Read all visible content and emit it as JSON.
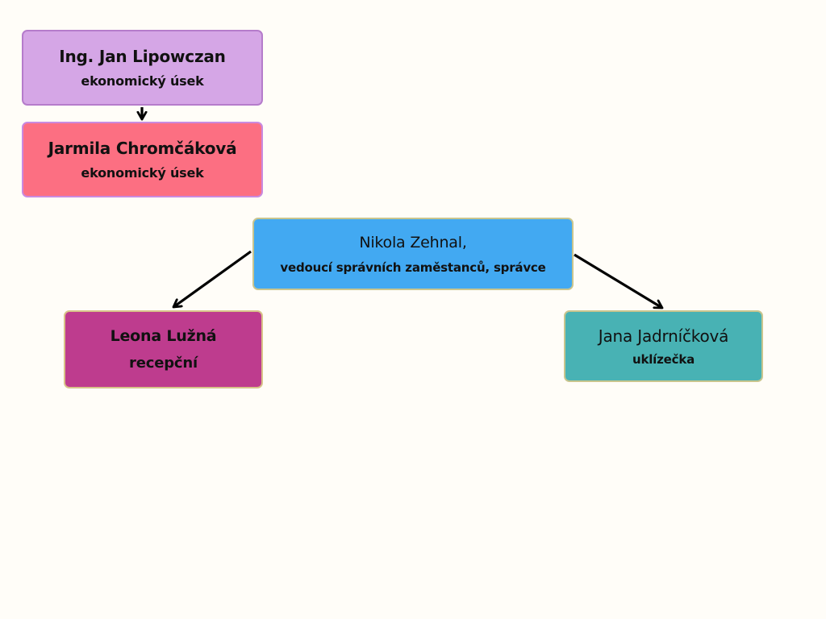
{
  "nodes": [
    {
      "id": "lipowczan",
      "name": "Ing. Jan Lipowczan",
      "role": "ekonomický úsek",
      "fill": "#d5a6e6",
      "stroke": "#b57ccb"
    },
    {
      "id": "chromcakova",
      "name": "Jarmila Chromčáková",
      "role": "ekonomický úsek",
      "fill": "#fc6f82",
      "stroke": "#c98ae0"
    },
    {
      "id": "zehnal",
      "name": "Nikola Zehnal,",
      "role": "vedoucí správních zaměstanců, správce",
      "fill": "#42a9f2",
      "stroke": "#c9c58e"
    },
    {
      "id": "luzna",
      "name": "Leona Lužná",
      "role": "recepční",
      "fill": "#be3c8e",
      "stroke": "#d8c48a"
    },
    {
      "id": "jadrnickova",
      "name": "Jana Jadrníčková",
      "role": "uklízečka",
      "fill": "#48b2b4",
      "stroke": "#c9c58e"
    }
  ],
  "edges": [
    {
      "from": "lipowczan",
      "to": "chromcakova"
    },
    {
      "from": "zehnal",
      "to": "luzna"
    },
    {
      "from": "zehnal",
      "to": "jadrnickova"
    }
  ],
  "colors": {
    "background": "#fffdf8",
    "arrow": "#000000"
  }
}
